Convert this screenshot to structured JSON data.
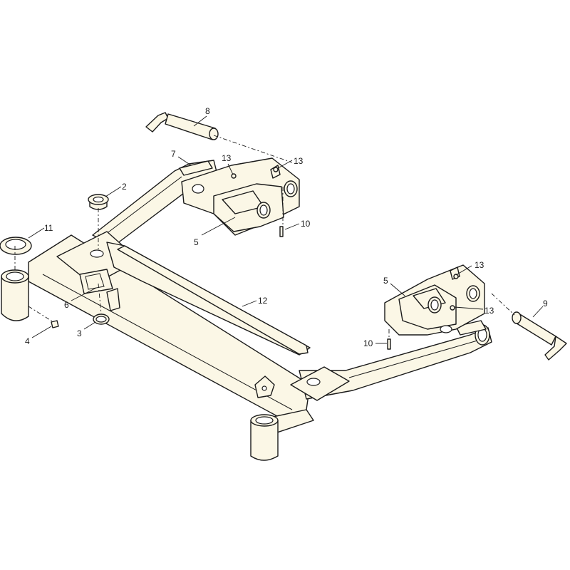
{
  "callouts": [
    {
      "id": "c8",
      "label": "8"
    },
    {
      "id": "c7",
      "label": "7"
    },
    {
      "id": "c13a",
      "label": "13"
    },
    {
      "id": "c13b",
      "label": "13"
    },
    {
      "id": "c2",
      "label": "2"
    },
    {
      "id": "c11",
      "label": "11"
    },
    {
      "id": "c10a",
      "label": "10"
    },
    {
      "id": "c5a",
      "label": "5"
    },
    {
      "id": "c13c",
      "label": "13"
    },
    {
      "id": "c5b",
      "label": "5"
    },
    {
      "id": "c12",
      "label": "12"
    },
    {
      "id": "c6",
      "label": "6"
    },
    {
      "id": "c13d",
      "label": "13"
    },
    {
      "id": "c9",
      "label": "9"
    },
    {
      "id": "c3",
      "label": "3"
    },
    {
      "id": "c4",
      "label": "4"
    },
    {
      "id": "c10b",
      "label": "10"
    }
  ],
  "colors": {
    "part_fill": "#fbf7e6",
    "line": "#1a1a1a"
  }
}
